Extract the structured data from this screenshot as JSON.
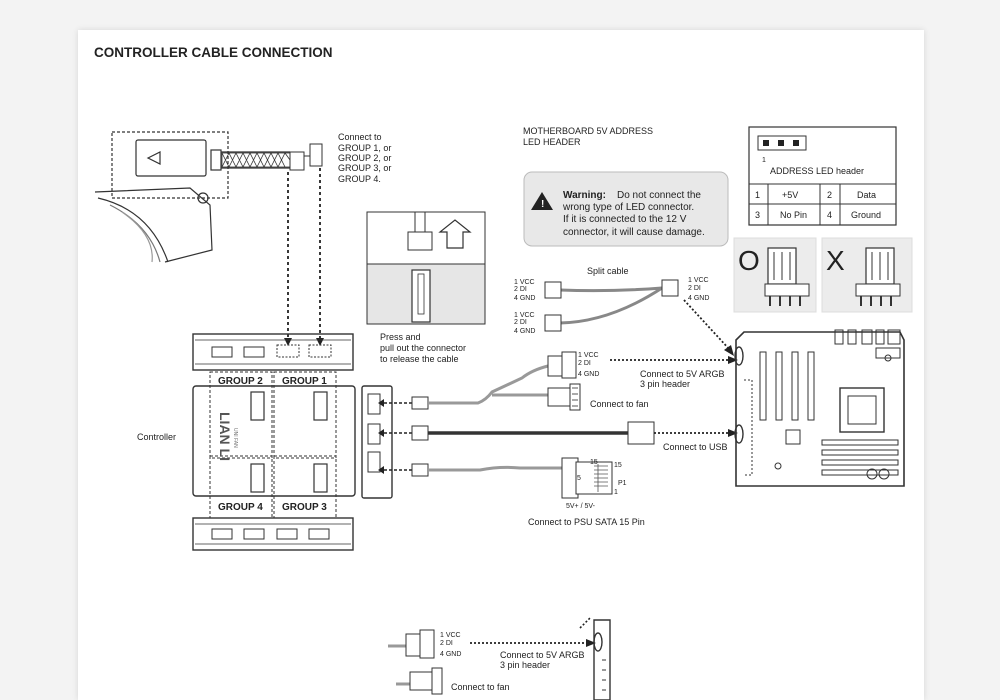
{
  "title": "CONTROLLER CABLE CONNECTION",
  "connect_group": [
    "Connect to",
    "GROUP 1, or",
    "GROUP 2, or",
    "GROUP 3, or",
    "GROUP 4."
  ],
  "mb_header": [
    "MOTHERBOARD 5V ADDRESS",
    "LED HEADER"
  ],
  "warning": {
    "label": "Warning:",
    "lines": [
      "Do not connect the",
      "wrong type of LED connector.",
      "If it is connected to the 12 V",
      "connector, it will cause damage."
    ]
  },
  "address_table": {
    "pin_number": "1",
    "caption": "ADDRESS LED header",
    "rows": [
      [
        "1",
        "+5V",
        "2",
        "Data"
      ],
      [
        "3",
        "No Pin",
        "4",
        "Ground"
      ]
    ]
  },
  "correct_mark": "O",
  "wrong_mark": "X",
  "split_cable": "Split cable",
  "pins": [
    "1 VCC",
    "2 DI",
    "4 GND"
  ],
  "press_note": [
    "Press and",
    "pull out the connector",
    "to release the cable"
  ],
  "groups": [
    "GROUP 2",
    "GROUP 1",
    "GROUP 4",
    "GROUP 3"
  ],
  "controller_label": "Controller",
  "brand": "LIAN LI",
  "brand_sub": "UNI FAN",
  "connect_argb": [
    "Connect to 5V ARGB",
    "3 pin header"
  ],
  "connect_fan": "Connect to fan",
  "connect_usb": "Connect to USB",
  "sata": {
    "pin15": "15",
    "pin5": "5",
    "pin1": "1",
    "p1": "P1",
    "voltage": "5V+ / 5V-",
    "label": "Connect  to PSU SATA 15 Pin"
  }
}
